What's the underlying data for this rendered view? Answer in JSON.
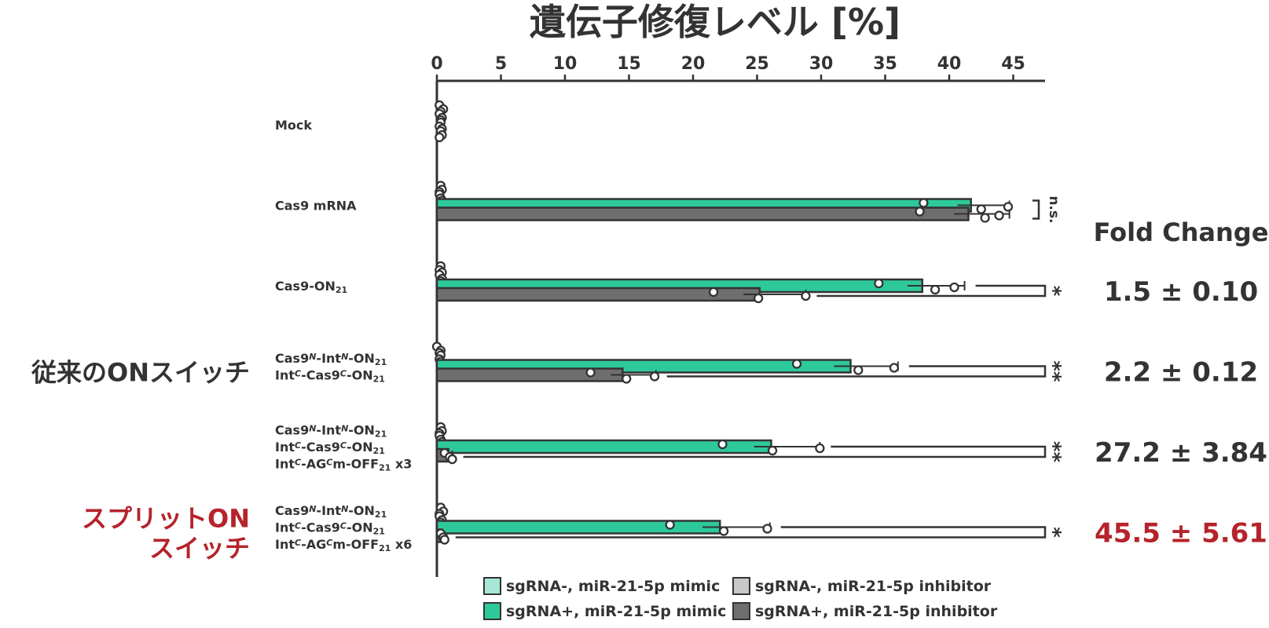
{
  "chart_data": {
    "type": "bar",
    "orientation": "horizontal",
    "title": "遺伝子修復レベル [%]",
    "xlim": [
      0,
      47
    ],
    "x_ticks": [
      0,
      5,
      10,
      15,
      20,
      25,
      30,
      35,
      40,
      45
    ],
    "x_axis_position": "top",
    "grid": false,
    "legend_position": "bottom",
    "series": [
      {
        "name": "sgRNA-, miR-21-5p mimic",
        "color": "#a8e6d8"
      },
      {
        "name": "sgRNA-, miR-21-5p inhibitor",
        "color": "#c8c8c8"
      },
      {
        "name": "sgRNA+, miR-21-5p mimic",
        "color": "#2ec99a"
      },
      {
        "name": "sgRNA+, miR-21-5p inhibitor",
        "color": "#6e6e6e"
      }
    ],
    "groups": [
      {
        "label_lines": [
          [
            {
              "t": "Mock"
            }
          ]
        ],
        "bars": [
          {
            "series": "sgRNA-, miR-21-5p mimic",
            "value": 0.2,
            "error": 0,
            "points": [
              0.2,
              0.5,
              0.3
            ]
          },
          {
            "series": "sgRNA-, miR-21-5p inhibitor",
            "value": 0.2,
            "error": 0,
            "points": [
              0.2,
              0.4,
              0.3
            ]
          },
          {
            "series": "sgRNA+, miR-21-5p mimic",
            "value": 0.2,
            "error": 0,
            "points": [
              0.3,
              0.2,
              0.4
            ]
          },
          {
            "series": "sgRNA+, miR-21-5p inhibitor",
            "value": 0.2,
            "error": 0,
            "points": [
              0.3,
              0.4,
              0.2
            ]
          }
        ],
        "significance": "",
        "fold_change": ""
      },
      {
        "label_lines": [
          [
            {
              "t": "Cas9 mRNA"
            }
          ]
        ],
        "bars": [
          {
            "series": "sgRNA-, miR-21-5p mimic",
            "value": 0.3,
            "error": 0,
            "points": [
              0.3,
              0.4,
              0.2
            ]
          },
          {
            "series": "sgRNA-, miR-21-5p inhibitor",
            "value": 0.3,
            "error": 0,
            "points": [
              0.2,
              0.3,
              0.4
            ]
          },
          {
            "series": "sgRNA+, miR-21-5p mimic",
            "value": 41.7,
            "error": 3.0,
            "points": [
              38.0,
              44.6,
              42.5
            ]
          },
          {
            "series": "sgRNA+, miR-21-5p inhibitor",
            "value": 41.5,
            "error": 3.2,
            "points": [
              37.7,
              43.9,
              42.8
            ]
          }
        ],
        "significance": "n.s.",
        "fold_change": ""
      },
      {
        "label_lines": [
          [
            {
              "t": "Cas9-ON"
            },
            {
              "t": "21",
              "sub": true
            }
          ]
        ],
        "bars": [
          {
            "series": "sgRNA-, miR-21-5p mimic",
            "value": 0.3,
            "error": 0,
            "points": [
              0.3,
              0.2,
              0.4
            ]
          },
          {
            "series": "sgRNA-, miR-21-5p inhibitor",
            "value": 0.3,
            "error": 0,
            "points": [
              0.2,
              0.4,
              0.3
            ]
          },
          {
            "series": "sgRNA+, miR-21-5p mimic",
            "value": 37.9,
            "error": 3.3,
            "points": [
              34.5,
              40.4,
              38.9
            ]
          },
          {
            "series": "sgRNA+, miR-21-5p inhibitor",
            "value": 25.2,
            "error": 3.6,
            "points": [
              21.6,
              28.8,
              25.1
            ]
          }
        ],
        "significance": "*",
        "fold_change": "1.5 ± 0.10"
      },
      {
        "label_lines": [
          [
            {
              "t": "Cas9"
            },
            {
              "t": "N",
              "sup": true
            },
            {
              "t": "-Int"
            },
            {
              "t": "N",
              "sup": true
            },
            {
              "t": "-ON"
            },
            {
              "t": "21",
              "sub": true
            }
          ],
          [
            {
              "t": "Int"
            },
            {
              "t": "C",
              "sup": true
            },
            {
              "t": "-Cas9"
            },
            {
              "t": "C",
              "sup": true
            },
            {
              "t": "-ON"
            },
            {
              "t": "21",
              "sub": true
            }
          ]
        ],
        "bars": [
          {
            "series": "sgRNA-, miR-21-5p mimic",
            "value": 0.2,
            "error": 0,
            "points": [
              0.0,
              0.3,
              0.2
            ]
          },
          {
            "series": "sgRNA-, miR-21-5p inhibitor",
            "value": 0.2,
            "error": 0,
            "points": [
              0.3,
              0.2,
              0.3
            ]
          },
          {
            "series": "sgRNA+, miR-21-5p mimic",
            "value": 32.3,
            "error": 3.7,
            "points": [
              28.1,
              35.7,
              32.9
            ]
          },
          {
            "series": "sgRNA+, miR-21-5p inhibitor",
            "value": 14.5,
            "error": 2.6,
            "points": [
              12.0,
              17.0,
              14.8
            ]
          }
        ],
        "significance": "**",
        "fold_change": "2.2 ± 0.12"
      },
      {
        "label_lines": [
          [
            {
              "t": "Cas9"
            },
            {
              "t": "N",
              "sup": true
            },
            {
              "t": "-Int"
            },
            {
              "t": "N",
              "sup": true
            },
            {
              "t": "-ON"
            },
            {
              "t": "21",
              "sub": true
            }
          ],
          [
            {
              "t": "Int"
            },
            {
              "t": "C",
              "sup": true
            },
            {
              "t": "-Cas9"
            },
            {
              "t": "C",
              "sup": true
            },
            {
              "t": "-ON"
            },
            {
              "t": "21",
              "sub": true
            }
          ],
          [
            {
              "t": "Int"
            },
            {
              "t": "C",
              "sup": true
            },
            {
              "t": "-AG"
            },
            {
              "t": "C",
              "sup": true
            },
            {
              "t": "m-OFF"
            },
            {
              "t": "21",
              "sub": true
            },
            {
              "t": " x3"
            }
          ]
        ],
        "bars": [
          {
            "series": "sgRNA-, miR-21-5p mimic",
            "value": 0.3,
            "error": 0,
            "points": [
              0.3,
              0.4,
              0.2
            ]
          },
          {
            "series": "sgRNA-, miR-21-5p inhibitor",
            "value": 0.3,
            "error": 0,
            "points": [
              0.2,
              0.3,
              0.4
            ]
          },
          {
            "series": "sgRNA+, miR-21-5p mimic",
            "value": 26.1,
            "error": 3.8,
            "points": [
              22.3,
              29.9,
              26.2
            ]
          },
          {
            "series": "sgRNA+, miR-21-5p inhibitor",
            "value": 0.9,
            "error": 0.3,
            "points": [
              0.6,
              1.0,
              1.2
            ]
          }
        ],
        "significance": "**",
        "fold_change": "27.2 ± 3.84"
      },
      {
        "label_lines": [
          [
            {
              "t": "Cas9"
            },
            {
              "t": "N",
              "sup": true
            },
            {
              "t": "-Int"
            },
            {
              "t": "N",
              "sup": true
            },
            {
              "t": "-ON"
            },
            {
              "t": "21",
              "sub": true
            }
          ],
          [
            {
              "t": "Int"
            },
            {
              "t": "C",
              "sup": true
            },
            {
              "t": "-Cas9"
            },
            {
              "t": "C",
              "sup": true
            },
            {
              "t": "-ON"
            },
            {
              "t": "21",
              "sub": true
            }
          ],
          [
            {
              "t": "Int"
            },
            {
              "t": "C",
              "sup": true
            },
            {
              "t": "-AG"
            },
            {
              "t": "C",
              "sup": true
            },
            {
              "t": "m-OFF"
            },
            {
              "t": "21",
              "sub": true
            },
            {
              "t": " x6"
            }
          ]
        ],
        "bars": [
          {
            "series": "sgRNA-, miR-21-5p mimic",
            "value": 0.3,
            "error": 0,
            "points": [
              0.3,
              0.5,
              0.2
            ]
          },
          {
            "series": "sgRNA-, miR-21-5p inhibitor",
            "value": 0.3,
            "error": 0,
            "points": [
              0.2,
              0.4,
              0.3
            ]
          },
          {
            "series": "sgRNA+, miR-21-5p mimic",
            "value": 22.1,
            "error": 3.9,
            "points": [
              18.2,
              25.8,
              22.4
            ]
          },
          {
            "series": "sgRNA+, miR-21-5p inhibitor",
            "value": 0.4,
            "error": 0.2,
            "points": [
              0.3,
              0.5,
              0.6
            ]
          }
        ],
        "significance": "*",
        "fold_change": "45.5 ± 5.61",
        "highlight": true
      }
    ],
    "fold_change_title": "Fold Change",
    "group_labels": [
      {
        "text": [
          "従来のONスイッチ"
        ],
        "groups": [
          3
        ],
        "color": "#333333"
      },
      {
        "text": [
          "スプリットON",
          "スイッチ"
        ],
        "groups": [
          5
        ],
        "color": "#b5232b"
      }
    ],
    "highlight_color": "#b5232b"
  }
}
